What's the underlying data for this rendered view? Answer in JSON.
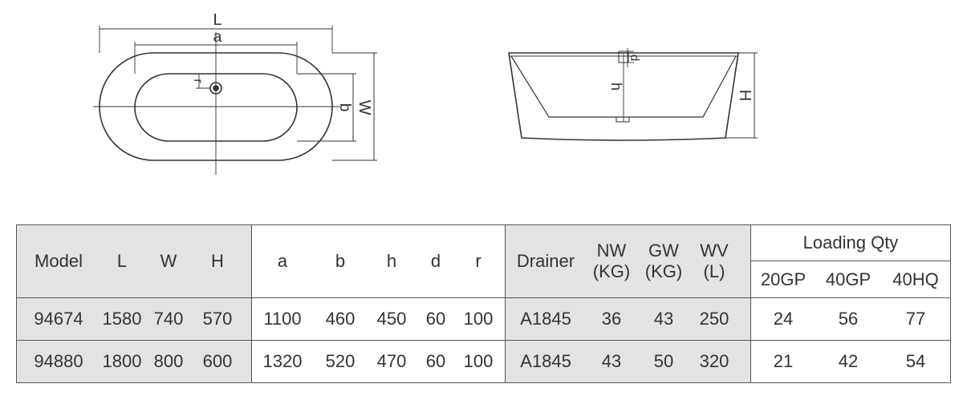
{
  "dimension_labels": {
    "top_view": {
      "L": "L",
      "a": "a",
      "r": "r",
      "b": "b",
      "W": "W"
    },
    "side_view": {
      "h": "h",
      "d": "d",
      "H": "H"
    }
  },
  "table": {
    "headers": {
      "model": "Model",
      "L": "L",
      "W": "W",
      "H": "H",
      "a": "a",
      "b": "b",
      "h": "h",
      "d": "d",
      "r": "r",
      "drainer": "Drainer",
      "nw": [
        "NW",
        "(KG)"
      ],
      "gw": [
        "GW",
        "(KG)"
      ],
      "wv": [
        "WV",
        "(L)"
      ],
      "loading_qty": "Loading Qty",
      "c20gp": "20GP",
      "c40gp": "40GP",
      "c40hq": "40HQ"
    },
    "rows": [
      {
        "model": "94674",
        "L": "1580",
        "W": "740",
        "H": "570",
        "a": "1100",
        "b": "460",
        "h": "450",
        "d": "60",
        "r": "100",
        "drainer": "A1845",
        "nw": "36",
        "gw": "43",
        "wv": "250",
        "c20gp": "24",
        "c40gp": "56",
        "c40hq": "77"
      },
      {
        "model": "94880",
        "L": "1800",
        "W": "800",
        "H": "600",
        "a": "1320",
        "b": "520",
        "h": "470",
        "d": "60",
        "r": "100",
        "drainer": "A1845",
        "nw": "43",
        "gw": "50",
        "wv": "320",
        "c20gp": "21",
        "c40gp": "42",
        "c40hq": "54"
      }
    ]
  }
}
